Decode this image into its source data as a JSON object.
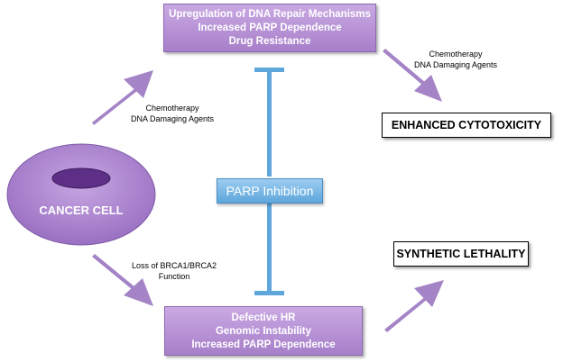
{
  "top_box": {
    "lines": [
      "Upregulation of DNA Repair Mechanisms",
      "Increased PARP Dependence",
      "Drug Resistance"
    ]
  },
  "bottom_box": {
    "lines": [
      "Defective HR",
      "Genomic Instability",
      "Increased PARP Dependence"
    ]
  },
  "cancer_cell": {
    "label": "CANCER CELL"
  },
  "parp": {
    "label": "PARP Inhibition"
  },
  "outcomes": {
    "top": "ENHANCED CYTOTOXICITY",
    "bottom": "SYNTHETIC LETHALITY"
  },
  "labels": {
    "left_upper": [
      "Chemotherapy",
      "DNA Damaging Agents"
    ],
    "right_upper": [
      "Chemotherapy",
      "DNA Damaging Agents"
    ],
    "left_lower": [
      "Loss of BRCA1/BRCA2",
      "Function"
    ]
  },
  "colors": {
    "purple": "#a77fc9",
    "arrow": "#a484c6",
    "blue": "#5ea6dc"
  }
}
